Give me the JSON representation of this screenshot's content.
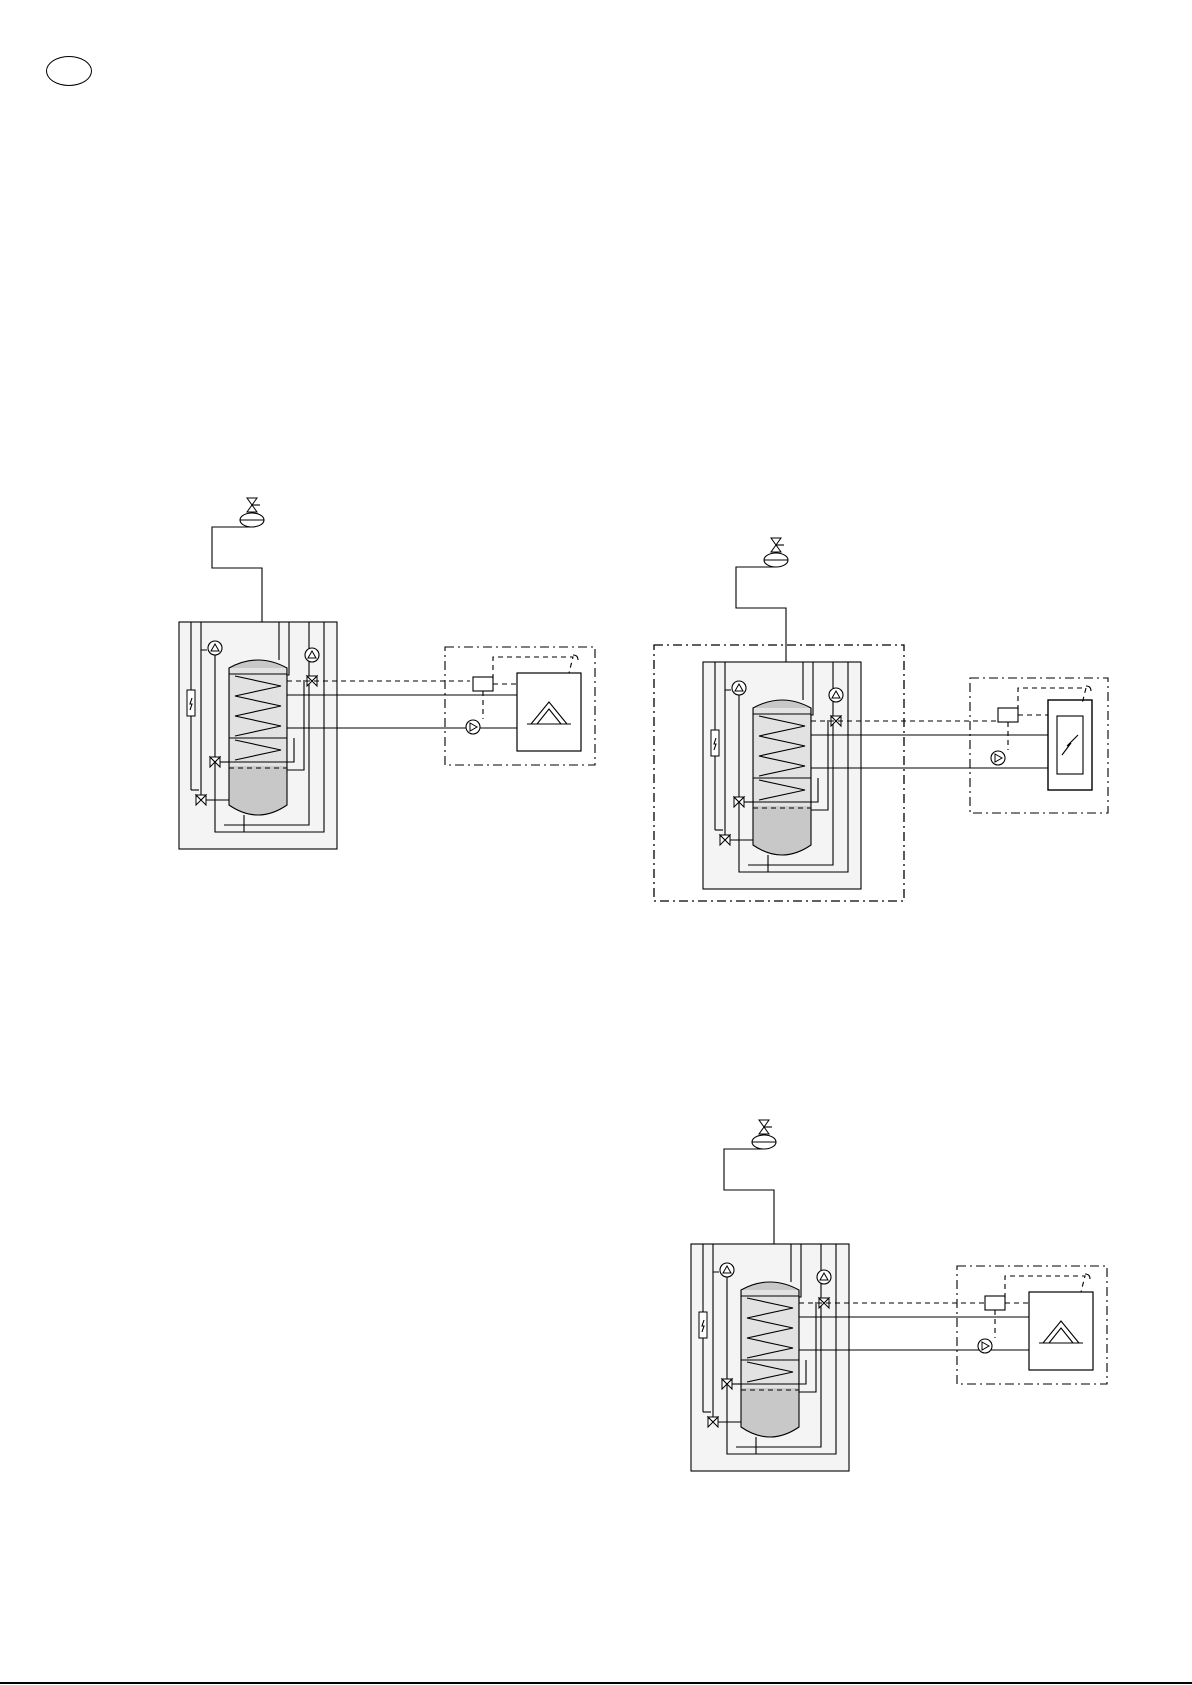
{
  "page": {
    "badge": {
      "shape": "ellipse-outline",
      "text": ""
    },
    "rule": "bottom"
  },
  "colors": {
    "stroke": "#000000",
    "cabinet_fill": "#f4f4f4",
    "tank_fill": "#c8c8c8",
    "tank_top_fill": "#e2e2e2"
  },
  "diagrams": [
    {
      "id": "scheme-1",
      "heat_source": "heat-pump",
      "outer_enclosure": false
    },
    {
      "id": "scheme-2",
      "heat_source": "electric-heater",
      "outer_enclosure": true
    },
    {
      "id": "scheme-3",
      "heat_source": "heat-pump",
      "outer_enclosure": false
    }
  ]
}
